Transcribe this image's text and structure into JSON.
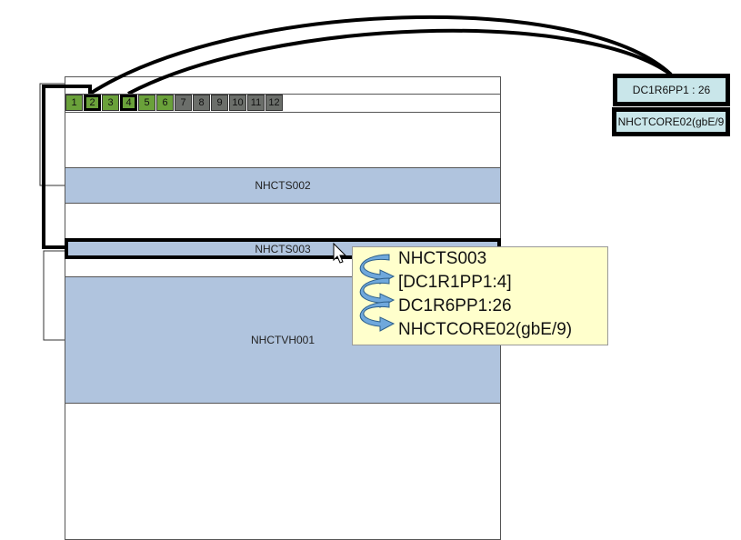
{
  "ports": [
    {
      "label": "1",
      "status": "green",
      "selected": false
    },
    {
      "label": "2",
      "status": "green",
      "selected": true
    },
    {
      "label": "3",
      "status": "green",
      "selected": false
    },
    {
      "label": "4",
      "status": "green",
      "selected": true
    },
    {
      "label": "5",
      "status": "green",
      "selected": false
    },
    {
      "label": "6",
      "status": "green",
      "selected": false
    },
    {
      "label": "7",
      "status": "grey",
      "selected": false
    },
    {
      "label": "8",
      "status": "grey",
      "selected": false
    },
    {
      "label": "9",
      "status": "grey",
      "selected": false
    },
    {
      "label": "10",
      "status": "grey",
      "selected": false
    },
    {
      "label": "11",
      "status": "grey",
      "selected": false
    },
    {
      "label": "12",
      "status": "grey",
      "selected": false
    }
  ],
  "devices": {
    "nhcts002": "NHCTS002",
    "nhcts003": "NHCTS003",
    "nhctvh001": "NHCTVH001"
  },
  "patch_panel_tag": "DC1R6PP1 : 26",
  "core_tag": "NHCTCORE02(gbE/9",
  "tooltip": {
    "lines": [
      "NHCTS003",
      "[DC1R1PP1:4]",
      "DC1R6PP1:26",
      "NHCTCORE02(gbE/9)"
    ]
  },
  "colors": {
    "device_fill": "#b0c4de",
    "port_active": "#6aa13a",
    "port_inactive": "#6b6e6a",
    "tag_fill": "#c9e6ea",
    "tooltip_fill": "#ffffcc",
    "arrow_fill": "#6fa8dc"
  }
}
